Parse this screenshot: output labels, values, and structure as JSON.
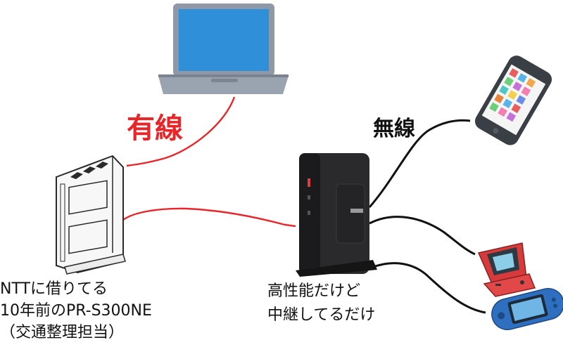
{
  "labels": {
    "wired": "有線",
    "wireless": "無線",
    "ont": "NTTに借りてる\n10年前のPR-S300NE\n（交通整理担当）",
    "router": "高性能だけど\n中継してるだけ"
  },
  "devices": {
    "laptop": "laptop-icon",
    "ont": "ont-router-icon",
    "wifi_router": "wifi-router-icon",
    "smartphone": "smartphone-icon",
    "handheld_red": "handheld-game-red-icon",
    "handheld_blue": "handheld-game-blue-icon"
  },
  "colors": {
    "wired": "#e8262a",
    "wireless": "#111111",
    "laptop_screen": "#2f8fd8",
    "laptop_body": "#8f98a6",
    "router_body": "#2a2a2c"
  }
}
